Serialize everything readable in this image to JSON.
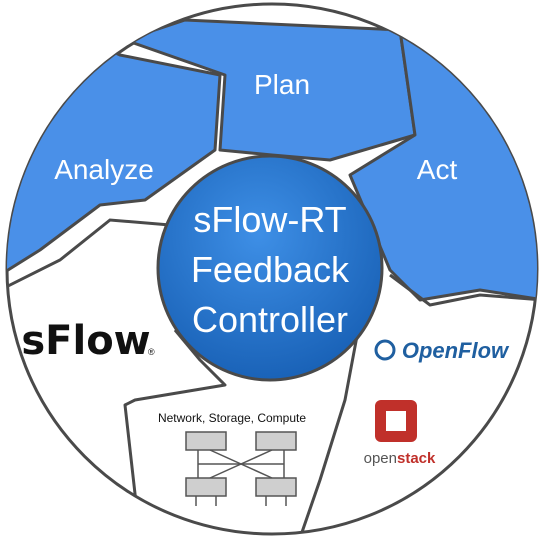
{
  "segments": {
    "plan": "Plan",
    "analyze": "Analyze",
    "act": "Act"
  },
  "center": {
    "line1": "sFlow-RT",
    "line2": "Feedback",
    "line3": "Controller"
  },
  "logos": {
    "sflow": "sFlow",
    "sflow_mark": "®",
    "openflow": "OpenFlow",
    "openstack_prefix": "open",
    "openstack_suffix": "stack"
  },
  "infrastructure": {
    "label": "Network, Storage, Compute"
  },
  "colors": {
    "accent_blue": "#4a90e8",
    "center_blue": "#1f6ec7",
    "outline": "#4a4a4a",
    "openstack_red": "#c0302a"
  }
}
